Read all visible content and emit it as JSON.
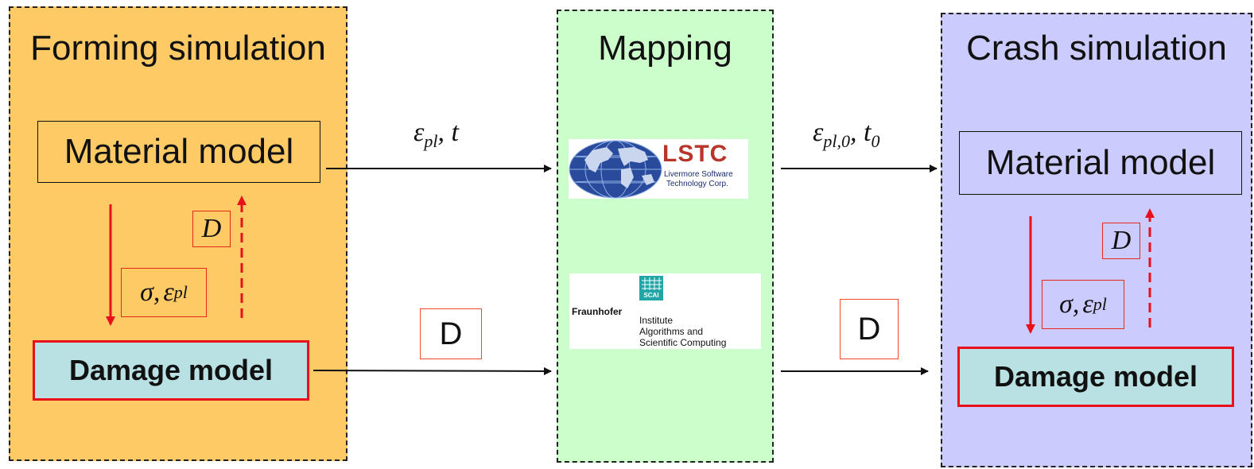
{
  "panels": {
    "forming": {
      "title": "Forming simulation"
    },
    "mapping": {
      "title": "Mapping"
    },
    "crash": {
      "title": "Crash simulation"
    }
  },
  "forming": {
    "material_model": "Material model",
    "damage_model": "Damage model",
    "feedback_symbol": "D",
    "stress_sigma": "σ",
    "stress_comma": ",",
    "stress_eps": "ε",
    "stress_sub": "pl"
  },
  "crash": {
    "material_model": "Material model",
    "damage_model": "Damage model",
    "feedback_symbol": "D",
    "stress_sigma": "σ",
    "stress_comma": ",",
    "stress_eps": "ε",
    "stress_sub": "pl"
  },
  "transfer": {
    "in_strain_eps": "ε",
    "in_strain_sub": "pl",
    "in_strain_rest": ", t",
    "out_strain_eps": "ε",
    "out_strain_sub": "pl,0",
    "out_strain_rest": ", t",
    "out_strain_t_sub": "0",
    "damage_in": "D",
    "damage_out": "D"
  },
  "logos": {
    "lstc_name": "LSTC",
    "lstc_line1": "Livermore Software",
    "lstc_line2": "Technology Corp.",
    "scai_badge": "SCAI",
    "fraunhofer": "Fraunhofer",
    "fh_line1": "Institute",
    "fh_line2": "Algorithms and",
    "fh_line3": "Scientific Computing"
  },
  "colors": {
    "forming_bg": "#fdca66",
    "mapping_bg": "#ccfecb",
    "crash_bg": "#cccbfe",
    "damage_fill": "#b9e1e4",
    "arrow_red": "#e8101a",
    "lstc_red": "#b8352a",
    "globe_blue": "#2a4b9c",
    "scai_teal": "#20a6a6"
  }
}
